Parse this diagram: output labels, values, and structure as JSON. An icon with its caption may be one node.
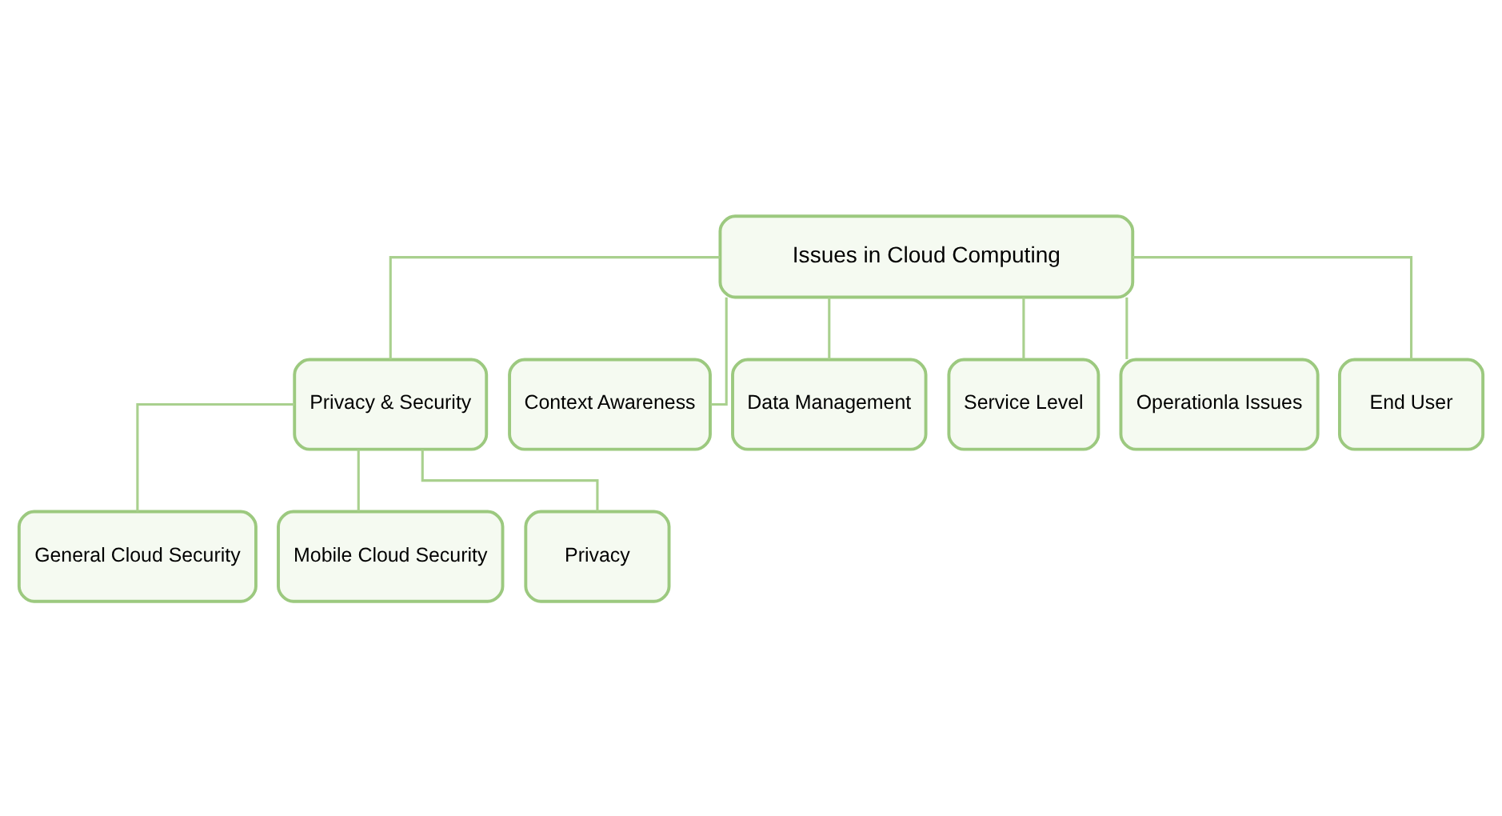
{
  "diagram": {
    "nodes": [
      {
        "text": [
          "Issues in Cloud Computing"
        ]
      },
      {
        "text": [
          "Privacy & Security"
        ]
      },
      {
        "text": [
          "Context Awareness"
        ]
      },
      {
        "text": [
          "Data Management"
        ]
      },
      {
        "text": [
          "Service Level"
        ]
      },
      {
        "text": [
          "Operationla Issues"
        ]
      },
      {
        "text": [
          "End User"
        ]
      },
      {
        "text": [
          "General Cloud Security"
        ]
      },
      {
        "text": [
          "Mobile Cloud Security"
        ]
      },
      {
        "text": [
          "Privacy"
        ]
      }
    ],
    "edges": [
      {
        "from": 0,
        "to": 1,
        "arrow": "none"
      },
      {
        "from": 0,
        "to": 2,
        "arrow": "none"
      },
      {
        "from": 0,
        "to": 3,
        "arrow": "none"
      },
      {
        "from": 0,
        "to": 4,
        "arrow": "none"
      },
      {
        "from": 0,
        "to": 5,
        "arrow": "none"
      },
      {
        "from": 0,
        "to": 6,
        "arrow": "none"
      },
      {
        "from": 1,
        "to": 7,
        "arrow": "none"
      },
      {
        "from": 1,
        "to": 8,
        "arrow": "none"
      },
      {
        "from": 1,
        "to": 9,
        "arrow": "none"
      }
    ]
  }
}
